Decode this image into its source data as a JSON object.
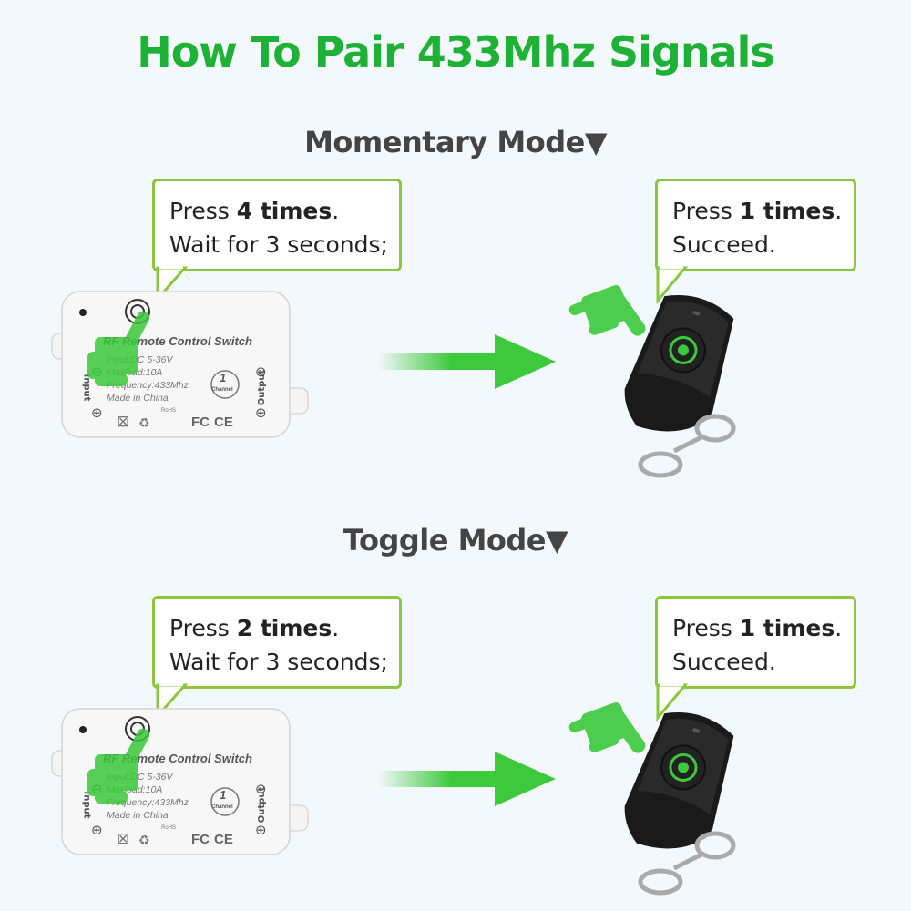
{
  "title": "How To Pair 433Mhz Signals",
  "colors": {
    "title": "#1db135",
    "bubble_border": "#8cc63f",
    "accent": "#3cc93c",
    "section": "#444444"
  },
  "sections": [
    {
      "heading": "Momentary Mode▼",
      "receiver_step": {
        "press_prefix": "Press ",
        "press_count": "4 times",
        "press_suffix": ".",
        "line2": "Wait for 3 seconds;"
      },
      "remote_step": {
        "press_prefix": "Press ",
        "press_count": "1 times",
        "press_suffix": ".",
        "line2": "Succeed."
      }
    },
    {
      "heading": "Toggle Mode▼",
      "receiver_step": {
        "press_prefix": "Press ",
        "press_count": "2 times",
        "press_suffix": ".",
        "line2": "Wait for 3 seconds;"
      },
      "remote_step": {
        "press_prefix": "Press ",
        "press_count": "1 times",
        "press_suffix": ".",
        "line2": "Succeed."
      }
    }
  ],
  "device": {
    "title": "RF Remote Control Switch",
    "spec_input": "Input:DC 5-36V",
    "spec_maxload": "Maxload:10A",
    "spec_frequency": "Frequency:433Mhz",
    "spec_origin": "Made in China",
    "input_label": "Input",
    "output_label": "Output",
    "channel_number": "1",
    "channel_label": "Channel",
    "cert_fc": "FC",
    "cert_ce": "CE",
    "cert_rohs": "RoHS"
  },
  "icons": [
    "hand-pointer-icon",
    "arrow-right-icon",
    "recycle-icon",
    "weee-bin-icon",
    "rohs-leaf-icon"
  ]
}
